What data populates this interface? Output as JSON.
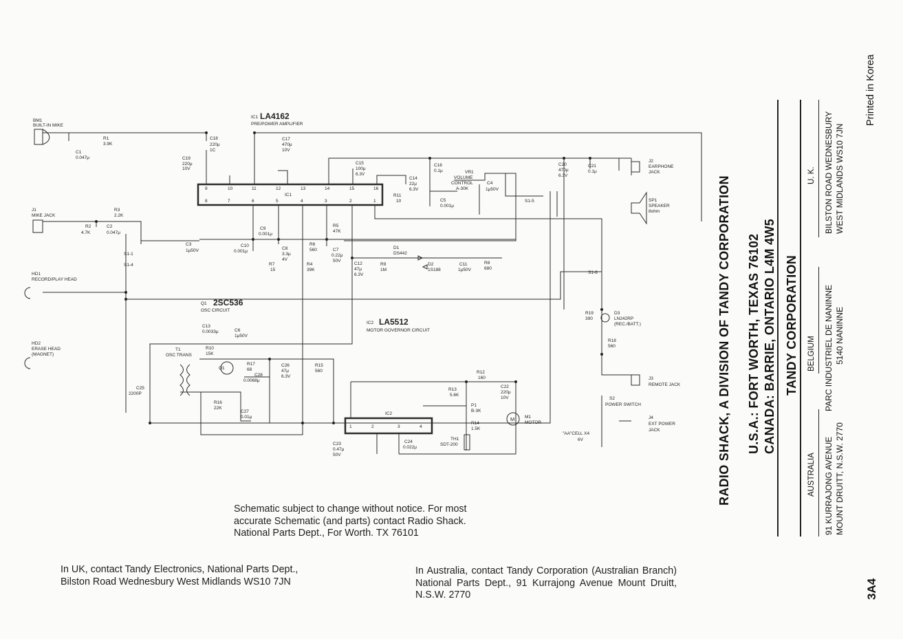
{
  "schematic": {
    "ic1": {
      "ref": "IC1",
      "part": "LA4162",
      "desc": "PRE/POWER AMPLIFIER",
      "body_label": "IC1",
      "top_pins": [
        "9",
        "10",
        "11",
        "12",
        "13",
        "14",
        "15",
        "16"
      ],
      "bottom_pins": [
        "8",
        "7",
        "6",
        "5",
        "4",
        "3",
        "2",
        "1"
      ]
    },
    "ic2": {
      "ref": "IC2",
      "part": "LA5512",
      "desc": "MOTOR GOVERNOR CIRCUIT",
      "body_label": "IC2",
      "pins": [
        "1",
        "2",
        "3",
        "4"
      ]
    },
    "q1": {
      "ref": "Q1",
      "part": "2SC536",
      "desc": "OSC CIRCUIT",
      "sym": "Q1"
    },
    "components": {
      "bm1": [
        "BM1",
        "BUILT-IN MIKE"
      ],
      "r1": [
        "R1",
        "3.9K"
      ],
      "c1": [
        "C1",
        "0.047μ"
      ],
      "c18": [
        "C18",
        "220μ",
        "1C"
      ],
      "c17": [
        "C17",
        "470μ",
        "10V"
      ],
      "c19": [
        "C19",
        "220μ",
        "10V"
      ],
      "c15": [
        "C15",
        "100μ",
        "6.3V"
      ],
      "c16": [
        "C16",
        "0.1μ"
      ],
      "c14": [
        "C14",
        "22μ",
        "6.3V"
      ],
      "r11": [
        "R11",
        "10"
      ],
      "vr1": [
        "VR1",
        "VOLUME",
        "CONTROL",
        "A-30K"
      ],
      "c4": [
        "C4",
        "1μ50V"
      ],
      "c5": [
        "C5",
        "0.001μ"
      ],
      "c20": [
        "C20",
        "470μ",
        "6.3V"
      ],
      "c21": [
        "C21",
        "0.1μ"
      ],
      "j2": [
        "J2",
        "EARPHONE",
        "JACK"
      ],
      "sp1": [
        "SP1",
        "SPEAKER",
        "8ohm"
      ],
      "s15": "S1-5",
      "j1": [
        "J1",
        "MIKE JACK"
      ],
      "r3": [
        "R3",
        "2.2K"
      ],
      "r2": [
        "R2",
        "4.7K"
      ],
      "c2": [
        "C2",
        "0.047μ"
      ],
      "c3": [
        "C3",
        "1μ50V"
      ],
      "s11": "S1-1",
      "s14": "S1-4",
      "hd1": [
        "HD1",
        "RECORD/PLAY HEAD"
      ],
      "c9": [
        "C9",
        "0.001μ"
      ],
      "c10": [
        "C10",
        "0.001μ"
      ],
      "c8": [
        "C8",
        "3.3μ",
        "4V"
      ],
      "r7": [
        "R7",
        "15"
      ],
      "r4": [
        "R4",
        "39K"
      ],
      "r6": [
        "R6",
        "560"
      ],
      "r5": [
        "R5",
        "47K"
      ],
      "c7": [
        "C7",
        "0.22μ",
        "50V"
      ],
      "c12": [
        "C12",
        "47μ",
        "6.3V"
      ],
      "r9": [
        "R9",
        "1M"
      ],
      "d1": [
        "D1",
        "DS442"
      ],
      "d2": [
        "D2",
        "1S188"
      ],
      "c11": [
        "C11",
        "1μ50V"
      ],
      "r8": [
        "R8",
        "680"
      ],
      "s16": "S1-6",
      "r19": [
        "R19",
        "390"
      ],
      "d3": [
        "D3",
        "LN242RP",
        "(REC./BATT.)"
      ],
      "r18": [
        "R18",
        "560"
      ],
      "hd2": [
        "HD2",
        "ERASE HEAD",
        "(MAGNET)"
      ],
      "c13": [
        "C13",
        "0.0033μ"
      ],
      "c6": [
        "C6",
        "1μ50V"
      ],
      "r10": [
        "R10",
        "15K"
      ],
      "t1": [
        "T1",
        "OSC TRANS"
      ],
      "r17": [
        "R17",
        "68"
      ],
      "c28": [
        "C28",
        "0.0068μ"
      ],
      "c26": [
        "C26",
        "47μ",
        "6.3V"
      ],
      "r15": [
        "R15",
        "560"
      ],
      "c25": [
        "C25",
        "2200P"
      ],
      "r16": [
        "R16",
        "22K"
      ],
      "c27": [
        "C27",
        "0.01μ"
      ],
      "r12": [
        "R12",
        "160"
      ],
      "c22": [
        "C22",
        "220μ",
        "10V"
      ],
      "r13": [
        "R13",
        "5.6K"
      ],
      "p1": [
        "P1",
        "B-3K"
      ],
      "r14": [
        "R14",
        "1.5K"
      ],
      "th1": [
        "TH1",
        "SDT-200"
      ],
      "c23": [
        "C23",
        "0.47μ",
        "50V"
      ],
      "c24": [
        "C24",
        "0.022μ"
      ],
      "m1": [
        "M1",
        "MOTOR"
      ],
      "m_sym": "M",
      "j3": [
        "J3",
        "REMOTE JACK"
      ],
      "s2": [
        "S2",
        "POWER SWITCH"
      ],
      "j4": [
        "J4",
        "EXT POWER",
        "JACK"
      ],
      "battery": [
        "\"AA\"CELL X4",
        "6V"
      ]
    }
  },
  "notes": {
    "schematic_notice": "Schematic subject to change without notice. For most accurate Schematic (and parts) contact Radio Shack. National Parts Dept., For Worth. TX 76101",
    "uk_contact": "In UK, contact Tandy Electronics, National Parts Dept., Bilston Road Wednesbury West Midlands WS10 7JN",
    "au_contact": "In Australia, contact Tandy Corporation (Australian Branch) National Parts Dept., 91 Kurrajong Avenue Mount Druitt, N.S.W. 2770"
  },
  "side_panel": {
    "line1": "RADIO SHACK, A DIVISION OF TANDY CORPORATION",
    "line2": "U.S.A.: FORT WORTH, TEXAS 76102",
    "line3": "CANADA: BARRIE, ONTARIO L4M 4W5",
    "company": "TANDY CORPORATION",
    "australia": {
      "country": "AUSTRALIA",
      "addr1": "91 KURRAJONG AVENUE",
      "addr2": "MOUNT DRUITT, N.S.W. 2770"
    },
    "belgium": {
      "country": "BELGIUM",
      "addr1": "PARC INDUSTRIEL DE NANINNE",
      "addr2": "5140 NANINNE"
    },
    "uk": {
      "country": "U. K.",
      "addr1": "BILSTON ROAD WEDNESBURY",
      "addr2": "WEST MIDLANDS WS10 7JN"
    },
    "printed": "Printed in Korea",
    "page": "3A4"
  }
}
